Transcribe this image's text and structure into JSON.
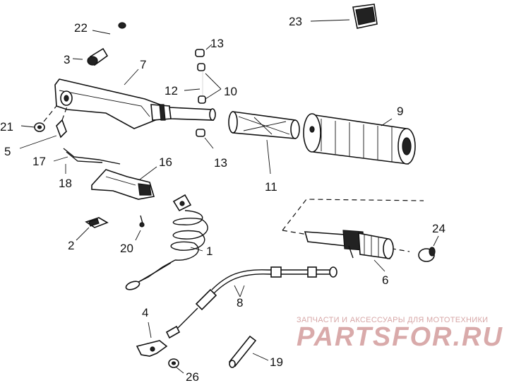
{
  "callouts": [
    {
      "id": "c22",
      "text": "22"
    },
    {
      "id": "c3",
      "text": "3"
    },
    {
      "id": "c7",
      "text": "7"
    },
    {
      "id": "c13a",
      "text": "13"
    },
    {
      "id": "c12",
      "text": "12"
    },
    {
      "id": "c10",
      "text": "10"
    },
    {
      "id": "c23",
      "text": "23"
    },
    {
      "id": "c9",
      "text": "9"
    },
    {
      "id": "c21",
      "text": "21"
    },
    {
      "id": "c5",
      "text": "5"
    },
    {
      "id": "c13b",
      "text": "13"
    },
    {
      "id": "c17",
      "text": "17"
    },
    {
      "id": "c18",
      "text": "18"
    },
    {
      "id": "c16",
      "text": "16"
    },
    {
      "id": "c11",
      "text": "11"
    },
    {
      "id": "c2",
      "text": "2"
    },
    {
      "id": "c20",
      "text": "20"
    },
    {
      "id": "c1",
      "text": "1"
    },
    {
      "id": "c24",
      "text": "24"
    },
    {
      "id": "c6",
      "text": "6"
    },
    {
      "id": "c8",
      "text": "8"
    },
    {
      "id": "c4",
      "text": "4"
    },
    {
      "id": "c26",
      "text": "26"
    },
    {
      "id": "c19",
      "text": "19"
    }
  ],
  "watermark": {
    "caption": "ЗАПЧАСТИ И АКСЕССУАРЫ ДЛЯ МОТОТЕХНИКИ",
    "brand": "PARTSFOR.RU"
  }
}
